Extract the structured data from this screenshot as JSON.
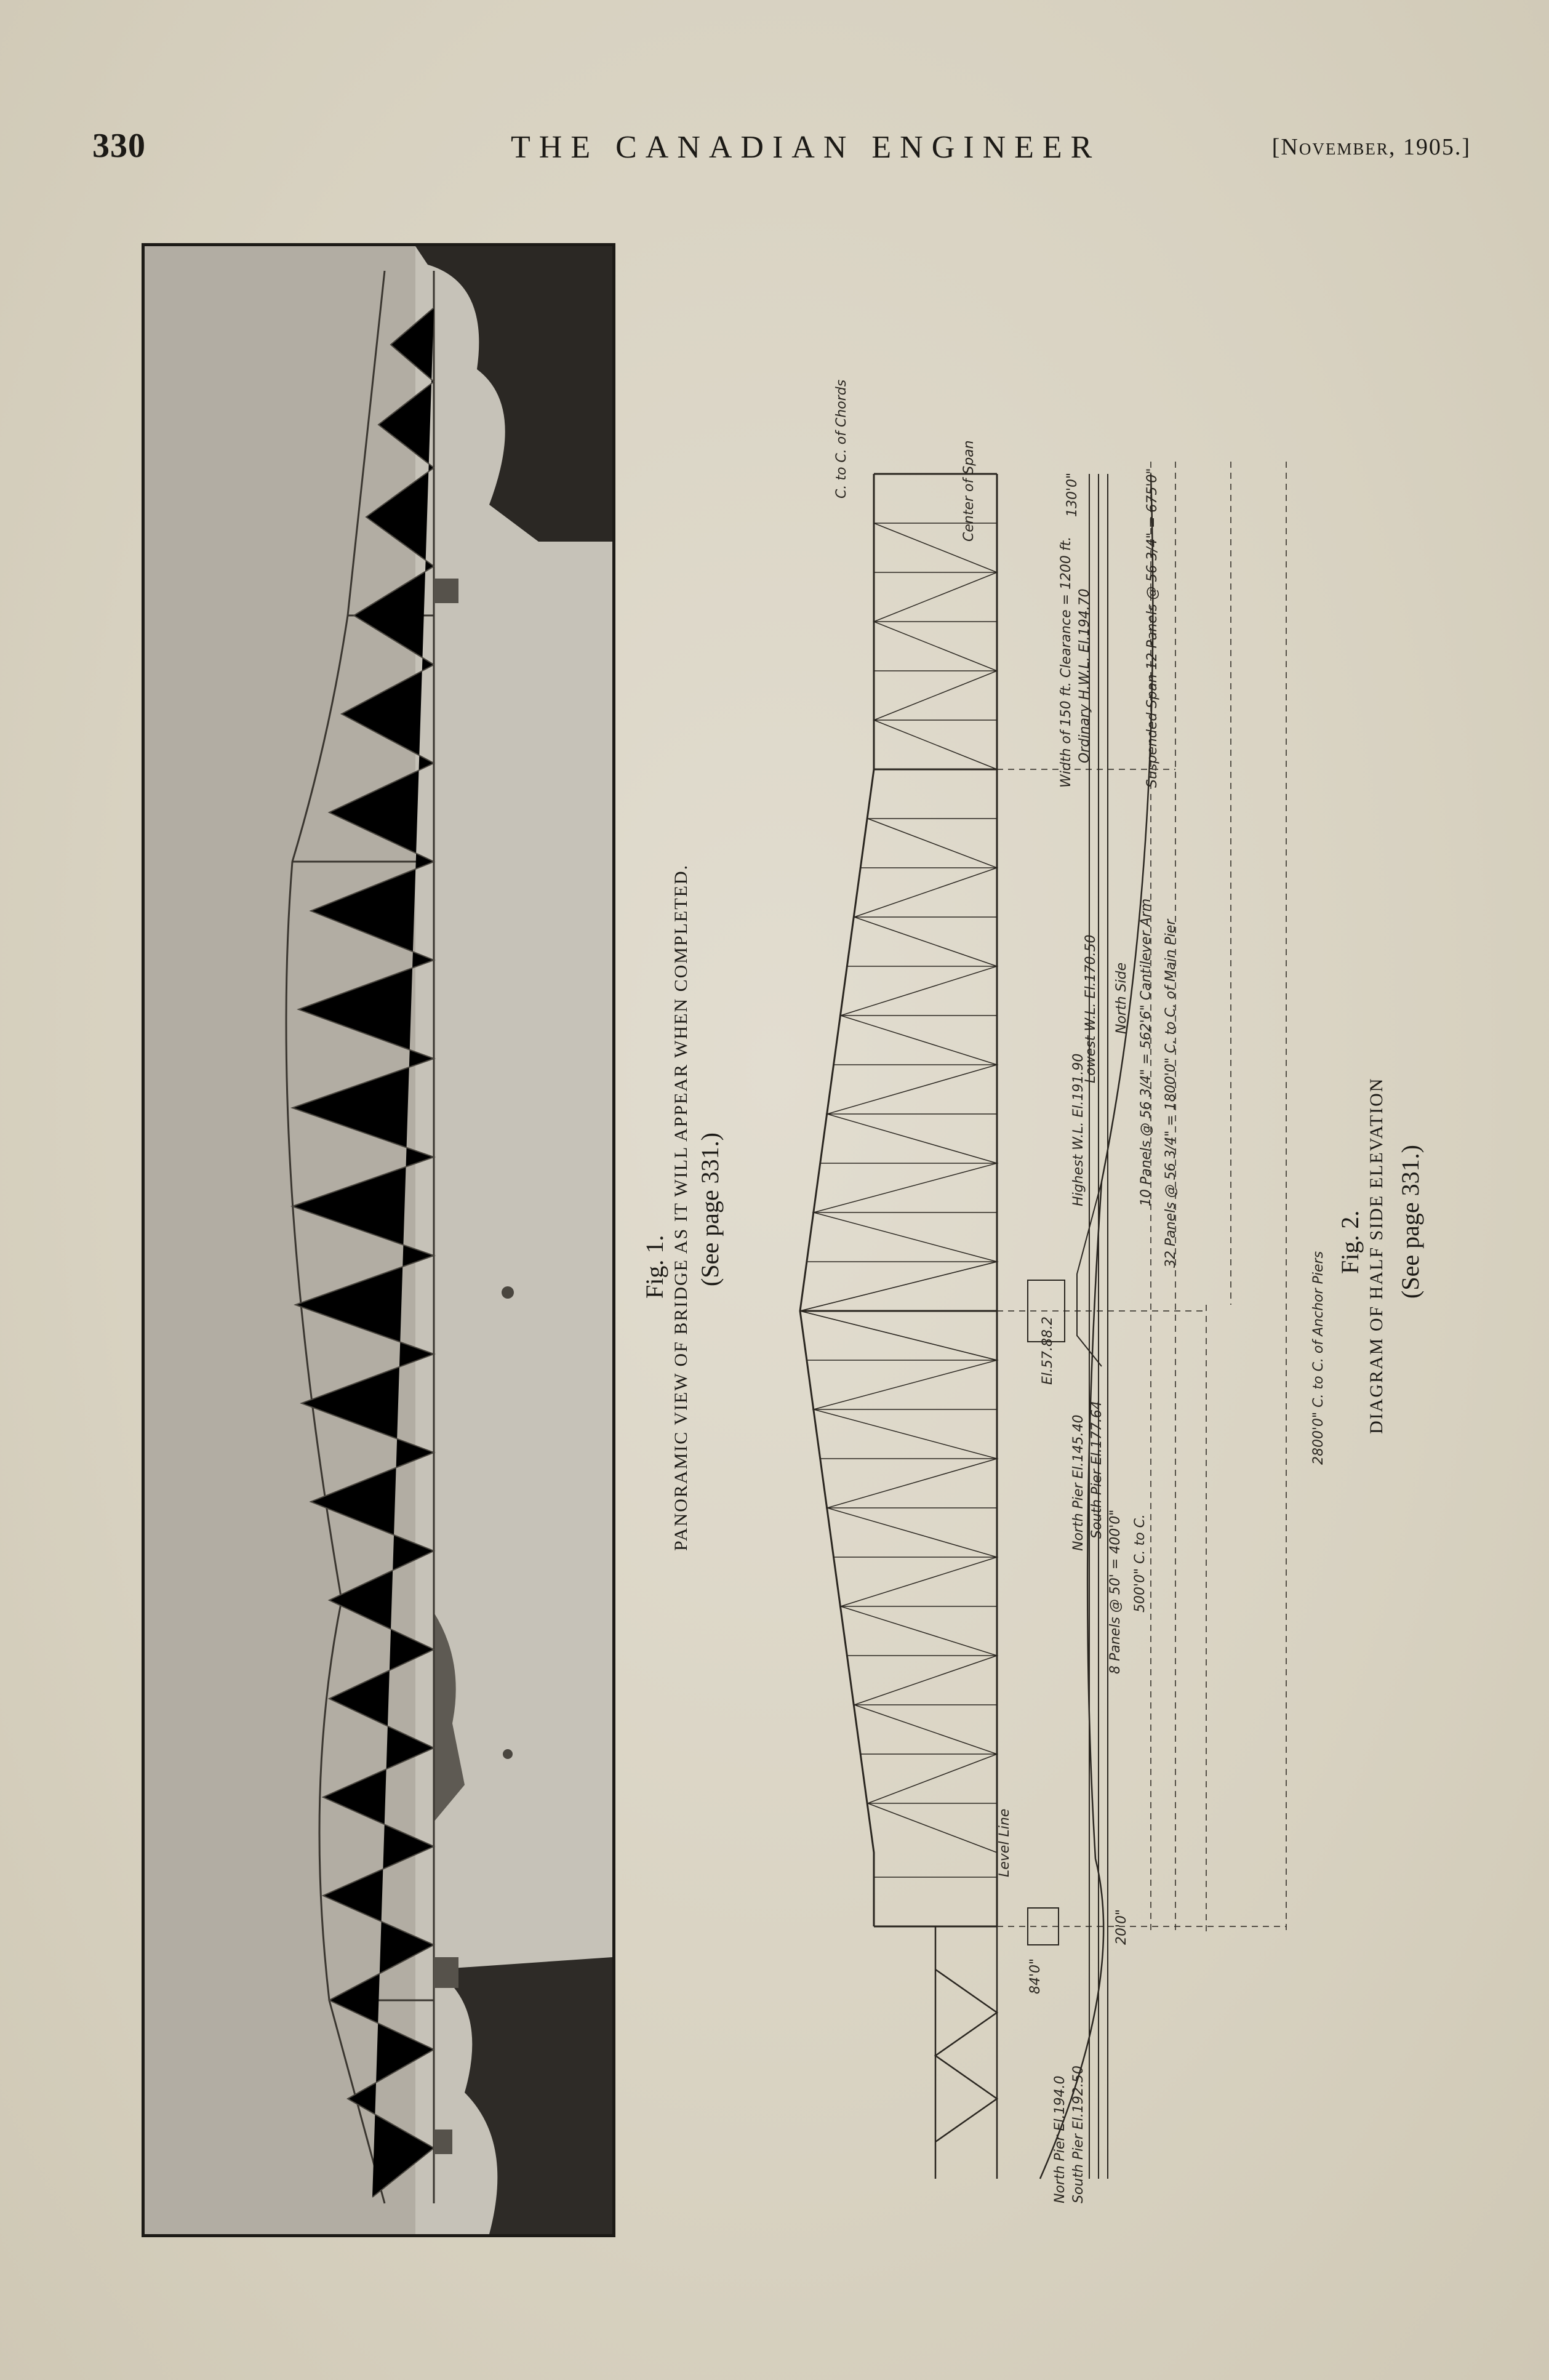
{
  "header": {
    "page_number": "330",
    "journal_title": "THE CANADIAN ENGINEER",
    "issue_date": "[November, 1905.]"
  },
  "figure1": {
    "label": "Fig. 1.",
    "title": "PANORAMIC VIEW OF BRIDGE AS IT WILL APPEAR WHEN COMPLETED.",
    "see_page": "(See page 331.)"
  },
  "figure2": {
    "label": "Fig. 2.",
    "title": "DIAGRAM OF HALF SIDE ELEVATION",
    "see_page": "(See page 331.)",
    "labels": {
      "center_of_span": "Center of Span",
      "c_to_c_of_chords": "C. to C. of Chords",
      "width_clearance": "Width of 150 ft. Clearance = 1200 ft.",
      "ordinary_hwl": "Ordinary H.W.L. El.194.70",
      "suspended_span": "Suspended Span 12 Panels @ 56 3/4\" = 675'0\"",
      "highest_wl": "Highest W.L. El.191.90",
      "lowest_wl": "Lowest W.L. El.170.50",
      "cantilever_arm": "10 Panels @ 56 3/4\" = 562'6\" Cantilever Arm",
      "panels_32": "32 Panels @ 56 3/4\" = 1800'0\" C. to C. of Main Pier",
      "north_side": "North Side",
      "anchor_piers": "2800'0\" C. to C. of Anchor Piers",
      "north_pier_upper": "North Pier El.145.40",
      "south_pier_upper": "South Pier El.177.64",
      "eight_panels": "8 Panels @ 50' = 400'0\"",
      "c_to_c_500": "500'0\" C. to C.",
      "level_line": "Level Line",
      "north_pier_lower": "North Pier El.194.0",
      "south_pier_lower": "South Pier El.192.50",
      "dim_84": "84'0\"",
      "dim_20": "20'0\"",
      "dim_1300": "130'0\"",
      "el_main": "El.57.88.2"
    }
  }
}
